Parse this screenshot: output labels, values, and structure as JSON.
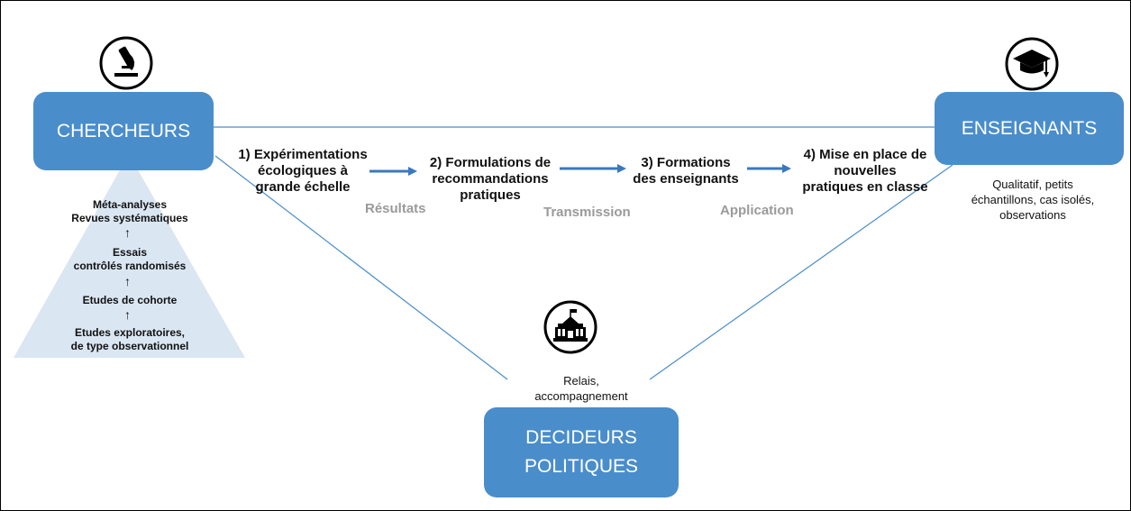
{
  "actors": {
    "researchers": "CHERCHEURS",
    "teachers": "ENSEIGNANTS",
    "policy": [
      "DECIDEURS",
      "POLITIQUES"
    ]
  },
  "steps": [
    {
      "lines": [
        "1) Expérimentations",
        "écologiques à",
        "grande échelle"
      ]
    },
    {
      "lines": [
        "2) Formulations de",
        "recommandations",
        "pratiques"
      ]
    },
    {
      "lines": [
        "3) Formations",
        "des enseignants"
      ]
    },
    {
      "lines": [
        "4) Mise en place de",
        "nouvelles",
        "pratiques en classe"
      ]
    }
  ],
  "transitions": [
    "Résultats",
    "Transmission",
    "Application"
  ],
  "teacher_note": [
    "Qualitatif, petits",
    "échantillons, cas isolés,",
    "observations"
  ],
  "policy_note": [
    "Relais,",
    "accompagnement"
  ],
  "pyramid": [
    [
      "Méta-analyses",
      "Revues systématiques"
    ],
    [
      "Essais",
      "contrôlés randomisés"
    ],
    [
      "Etudes de cohorte"
    ],
    [
      "Etudes exploratoires,",
      "de type observationnel"
    ]
  ],
  "icons": {
    "researchers": "microscope-icon",
    "teachers": "graduation-cap-icon",
    "policy": "government-building-icon"
  },
  "colors": {
    "box": "#4a8dcb",
    "line": "#4a8dcb",
    "pyramid": "#dbe6f3",
    "transition_text": "#9a9a9a"
  }
}
